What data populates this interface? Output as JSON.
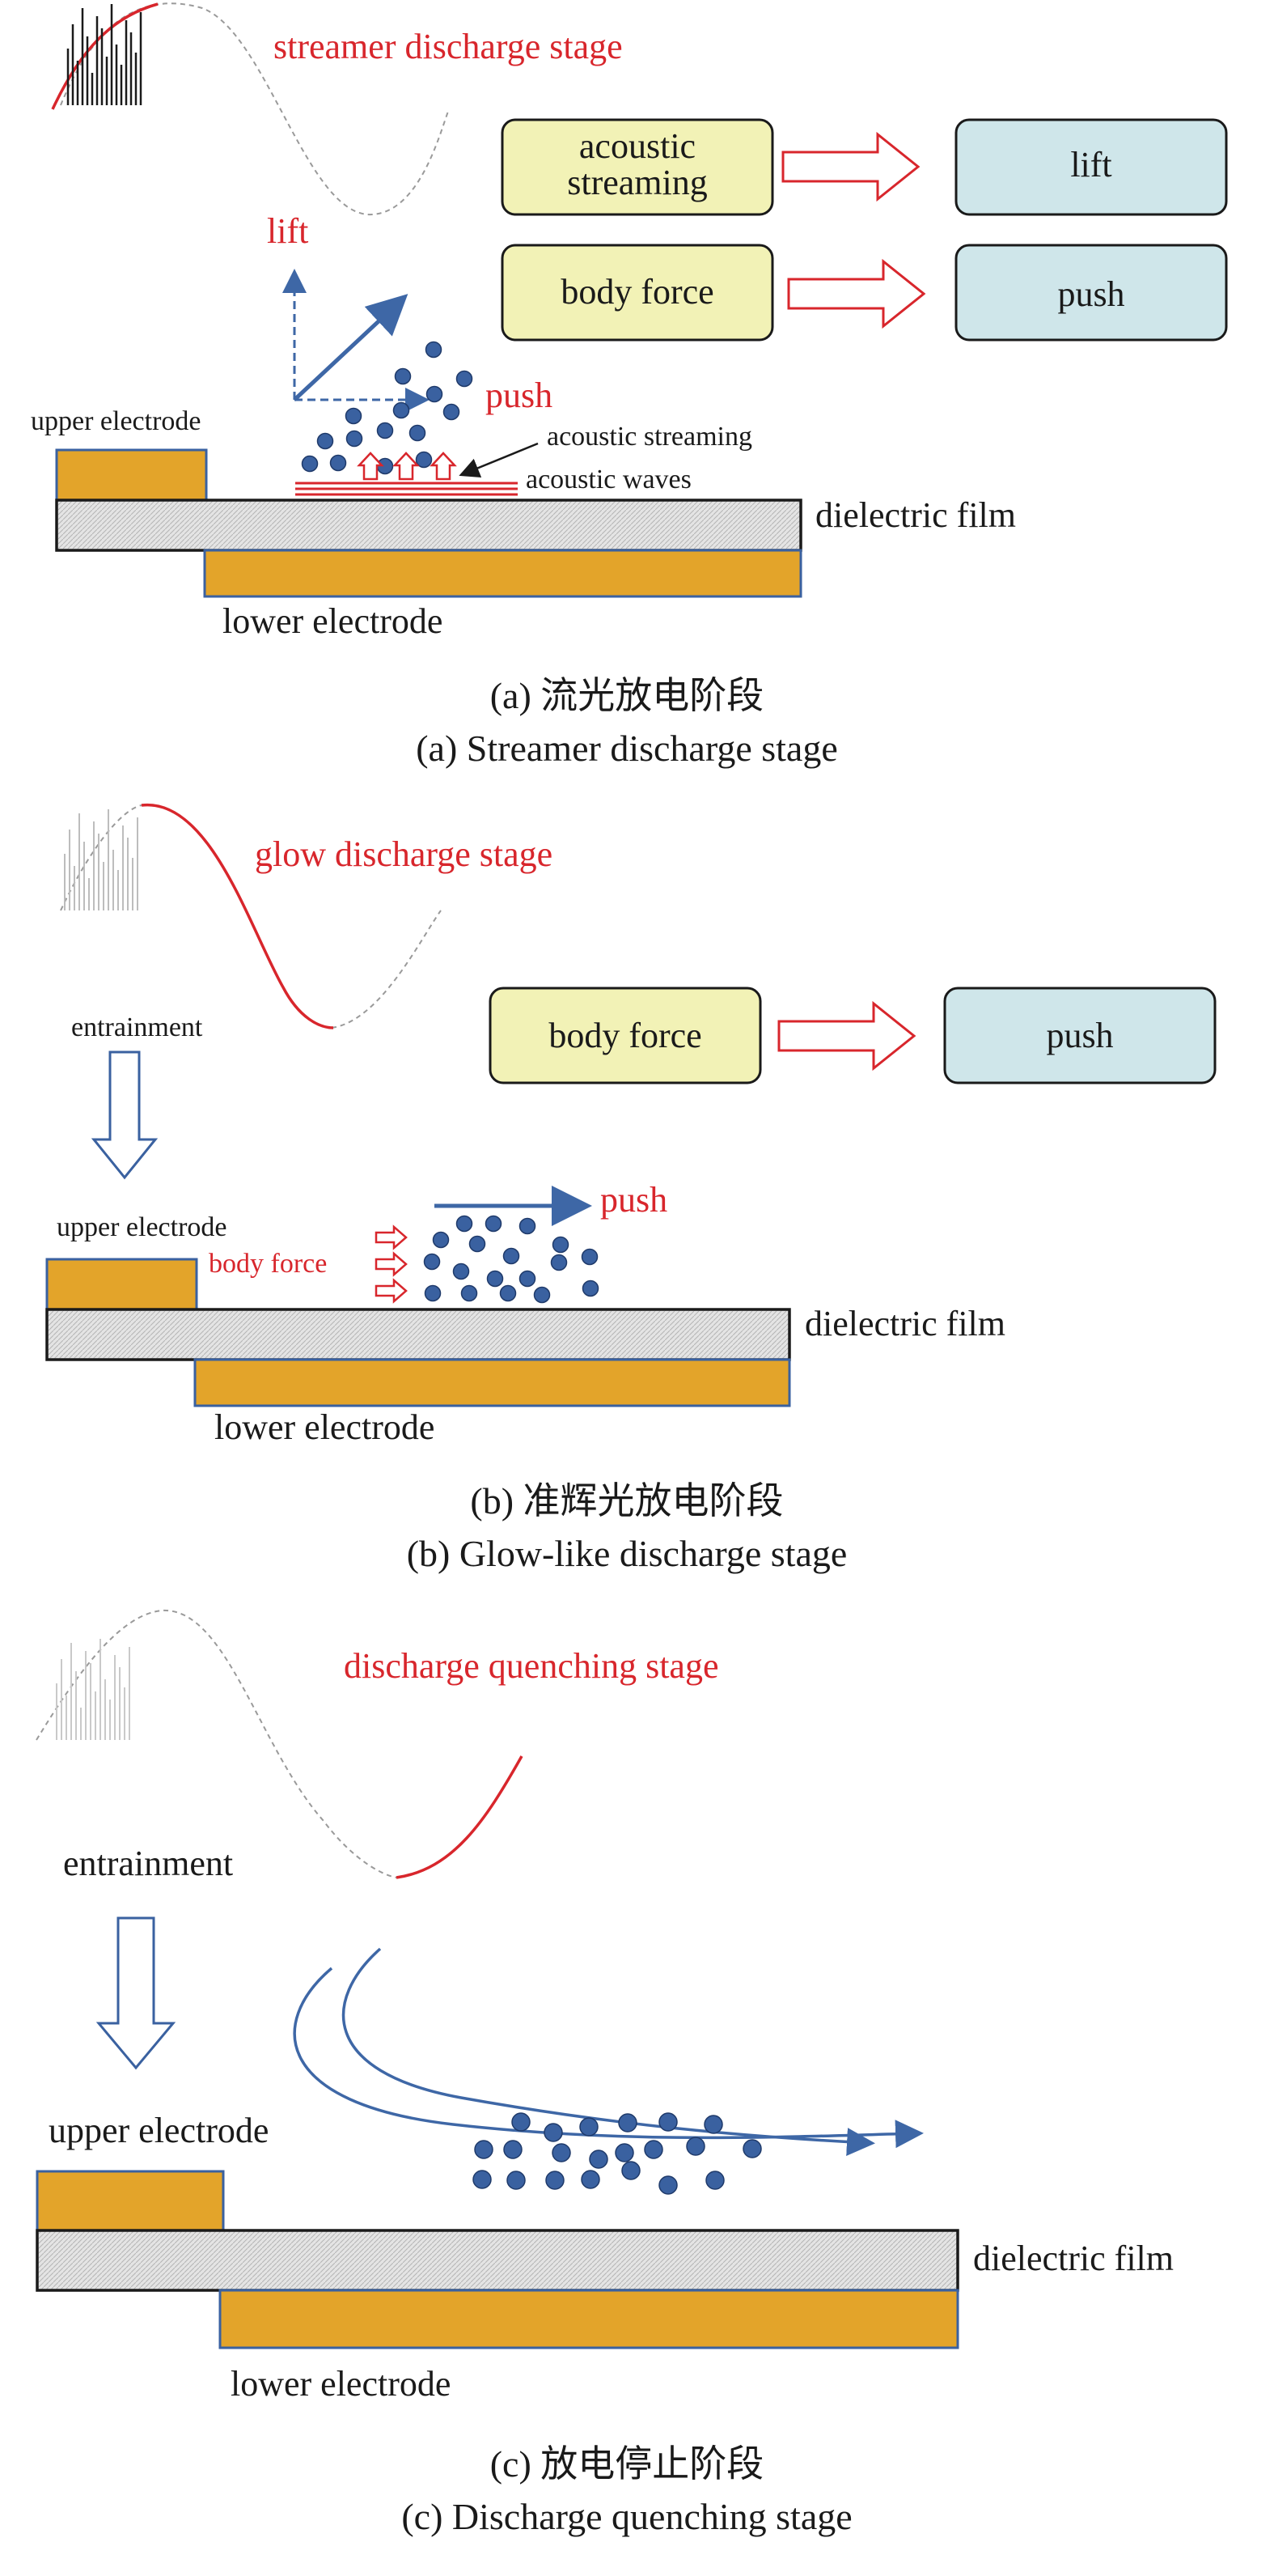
{
  "colors": {
    "electrode": "#e3a42a",
    "red": "#d8262c",
    "blue": "#3a61a0",
    "arrow_blue": "#3e67a6",
    "yellow_box": "#f2f2b6",
    "blue_box": "#cfe6ea",
    "dark": "#1a1a1a"
  },
  "panel_a": {
    "stage_label": "streamer discharge stage",
    "box_acoustic": [
      "acoustic",
      "streaming"
    ],
    "box_lift": "lift",
    "box_body_force": "body force",
    "box_push": "push",
    "vec_lift": "lift",
    "vec_push": "push",
    "acoustic_streaming": "acoustic streaming",
    "acoustic_waves": "acoustic waves",
    "upper_electrode": "upper electrode",
    "dielectric": "dielectric film",
    "lower_electrode": "lower electrode",
    "caption_cn": "(a) 流光放电阶段",
    "caption_en": "(a) Streamer discharge stage"
  },
  "panel_b": {
    "stage_label": "glow discharge stage",
    "entrainment": "entrainment",
    "box_body_force": "body force",
    "box_push": "push",
    "vec_push": "push",
    "upper_electrode": "upper electrode",
    "body_force": "body force",
    "dielectric": "dielectric film",
    "lower_electrode": "lower electrode",
    "caption_cn": "(b) 准辉光放电阶段",
    "caption_en": "(b) Glow-like discharge stage"
  },
  "panel_c": {
    "stage_label": "discharge quenching stage",
    "entrainment": "entrainment",
    "upper_electrode": "upper electrode",
    "dielectric": "dielectric film",
    "lower_electrode": "lower electrode",
    "caption_cn": "(c) 放电停止阶段",
    "caption_en": "(c) Discharge quenching stage"
  }
}
